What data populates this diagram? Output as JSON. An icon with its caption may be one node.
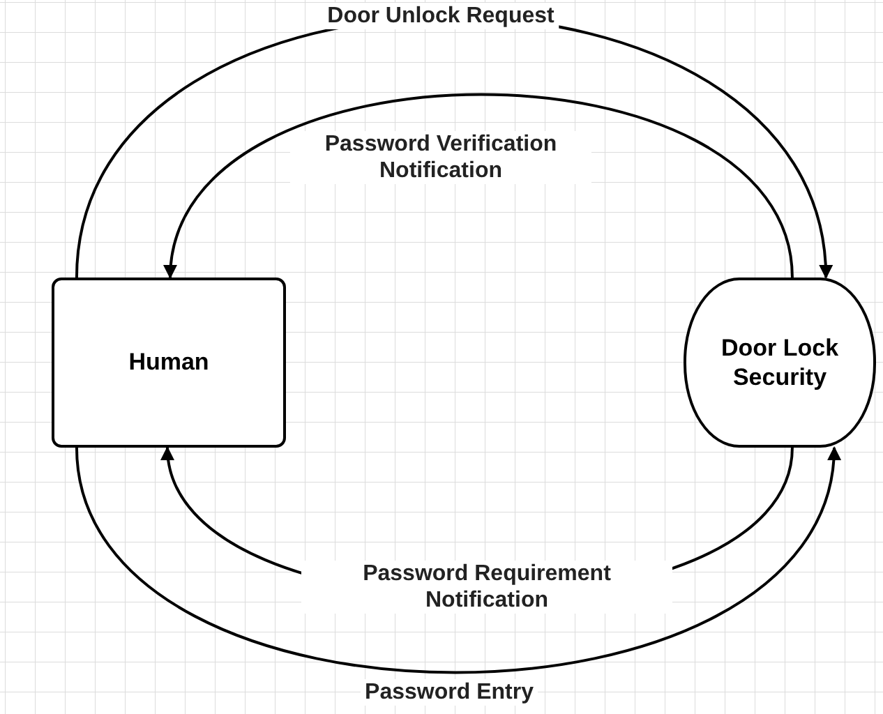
{
  "diagram": {
    "nodes": [
      {
        "text": [
          "Human"
        ]
      },
      {
        "text": [
          "Door Lock Security"
        ]
      }
    ],
    "edges": [
      {
        "from": 0,
        "to": 1,
        "arrow": "to",
        "label": "Door Unlock Request"
      },
      {
        "from": 1,
        "to": 0,
        "arrow": "to",
        "label": "Password Verification Notification"
      },
      {
        "from": 1,
        "to": 0,
        "arrow": "to",
        "label": "Password Requirement Notification"
      },
      {
        "from": 0,
        "to": 1,
        "arrow": "to",
        "label": "Password Entry"
      }
    ]
  }
}
